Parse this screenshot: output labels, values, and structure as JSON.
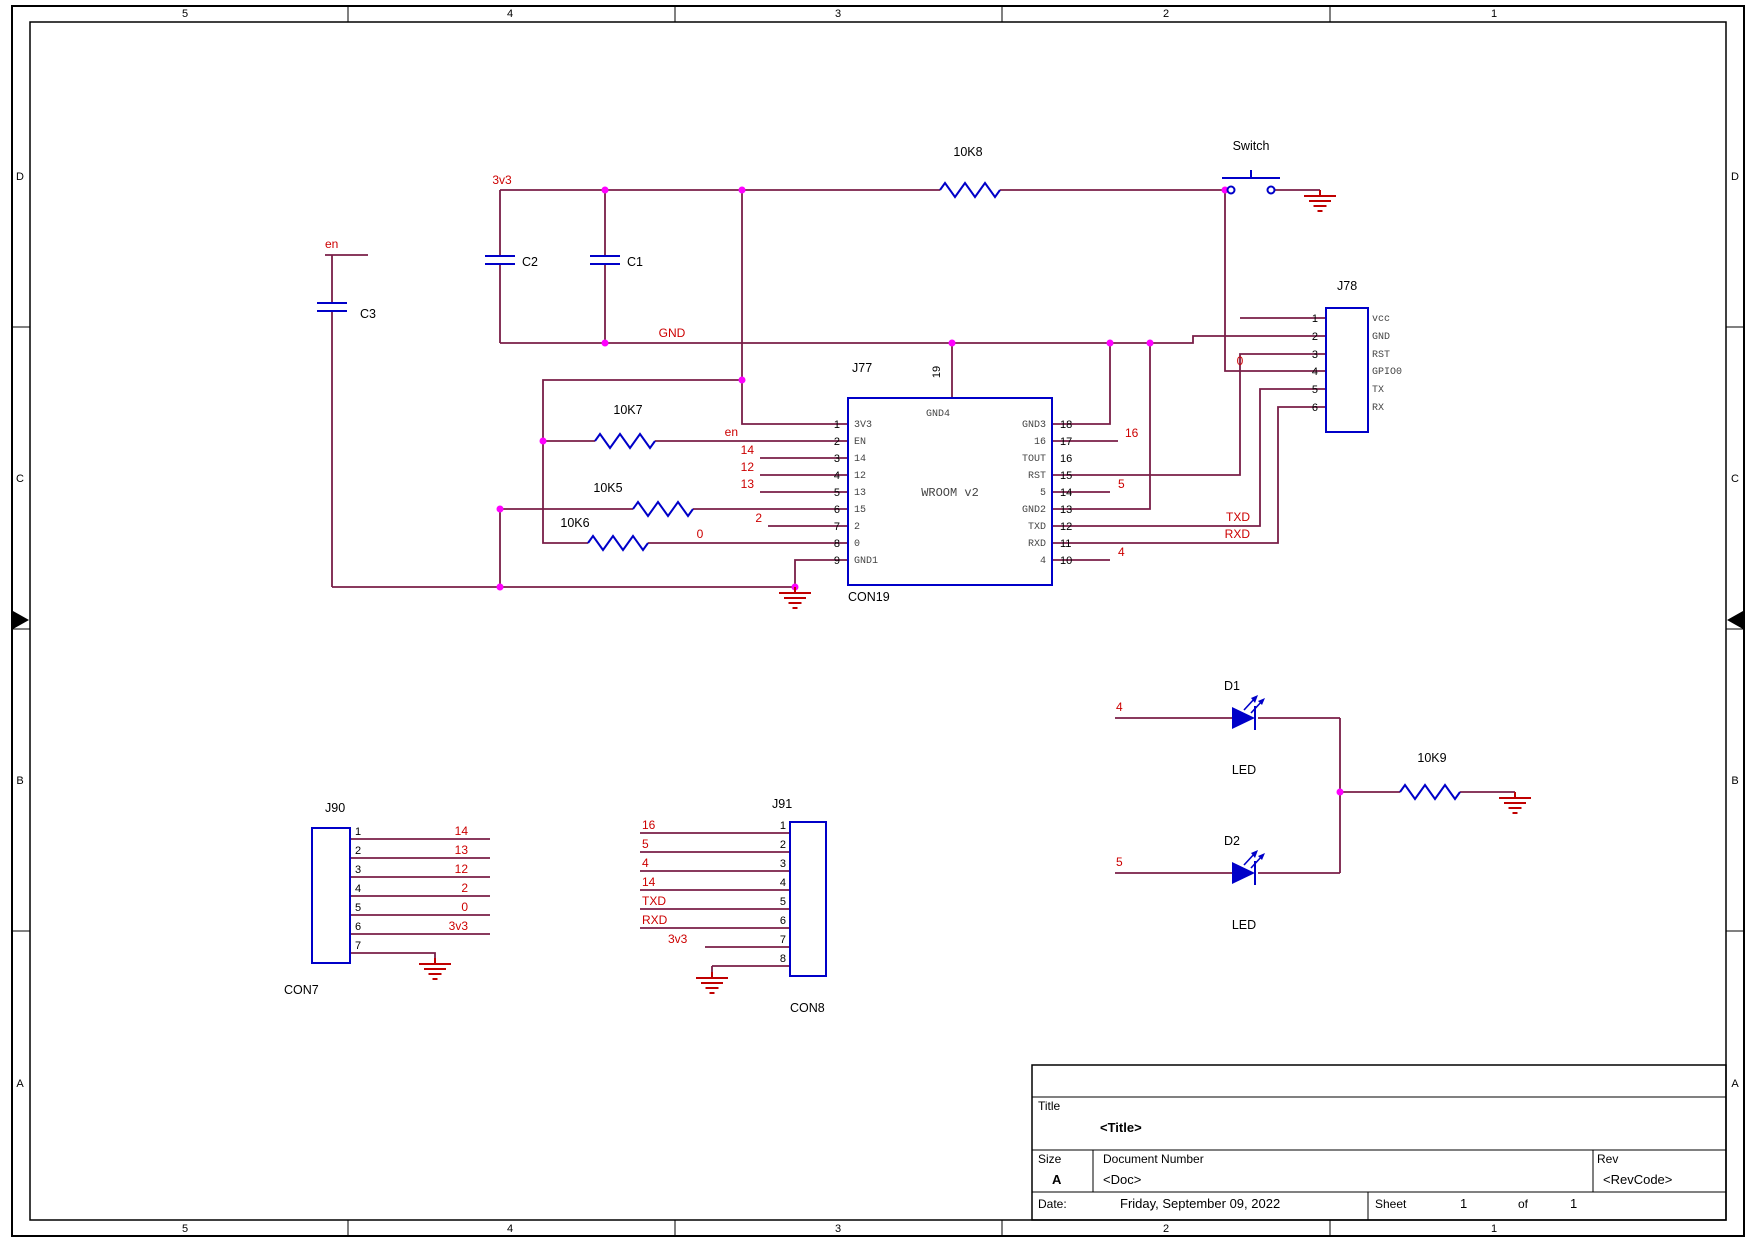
{
  "sheet": {
    "cols": [
      "5",
      "4",
      "3",
      "2",
      "1"
    ],
    "rows": [
      "D",
      "C",
      "B",
      "A"
    ]
  },
  "colors": {
    "wire": "#791E47",
    "component": "#0000C8",
    "net_label": "#CC0000",
    "junction": "#FF00FF",
    "ground": "#C00000",
    "text": "#000000"
  },
  "nets": {
    "rail_3v3": "3v3",
    "en_cap": "en",
    "gnd_rail": "GND"
  },
  "parts": {
    "c1": "C1",
    "c2": "C2",
    "c3": "C3",
    "r10k8": "10K8",
    "r10k7": "10K7",
    "r10k5": "10K5",
    "r10k6": "10K6",
    "r10k9": "10K9",
    "switch_label": "Switch"
  },
  "module": {
    "ref": "J77",
    "value": "WROOM v2",
    "footprint": "CON19",
    "top_num": "19",
    "top_name": "GND4",
    "left_pins": [
      {
        "num": "1",
        "name": "3V3"
      },
      {
        "num": "2",
        "name": "EN",
        "net": "en"
      },
      {
        "num": "3",
        "name": "14",
        "net": "14"
      },
      {
        "num": "4",
        "name": "12",
        "net": "12"
      },
      {
        "num": "5",
        "name": "13",
        "net": "13"
      },
      {
        "num": "6",
        "name": "15"
      },
      {
        "num": "7",
        "name": "2",
        "net": "2"
      },
      {
        "num": "8",
        "name": "0",
        "net": "0"
      },
      {
        "num": "9",
        "name": "GND1"
      }
    ],
    "right_pins": [
      {
        "num": "18",
        "name": "GND3"
      },
      {
        "num": "17",
        "name": "16",
        "net": "16"
      },
      {
        "num": "16",
        "name": "TOUT"
      },
      {
        "num": "15",
        "name": "RST"
      },
      {
        "num": "14",
        "name": "5",
        "net": "5"
      },
      {
        "num": "13",
        "name": "GND2"
      },
      {
        "num": "12",
        "name": "TXD",
        "net": "TXD"
      },
      {
        "num": "11",
        "name": "RXD",
        "net": "RXD"
      },
      {
        "num": "10",
        "name": "4",
        "net": "4"
      }
    ]
  },
  "j78": {
    "ref": "J78",
    "pins": [
      {
        "num": "1",
        "name": "vcc"
      },
      {
        "num": "2",
        "name": "GND"
      },
      {
        "num": "3",
        "name": "RST"
      },
      {
        "num": "4",
        "name": "GPIO0",
        "net": "0"
      },
      {
        "num": "5",
        "name": "TX"
      },
      {
        "num": "6",
        "name": "RX"
      }
    ]
  },
  "j90": {
    "ref": "J90",
    "footprint": "CON7",
    "pins": [
      {
        "num": "1",
        "net": "14"
      },
      {
        "num": "2",
        "net": "13"
      },
      {
        "num": "3",
        "net": "12"
      },
      {
        "num": "4",
        "net": "2"
      },
      {
        "num": "5",
        "net": "0"
      },
      {
        "num": "6",
        "net": "3v3"
      },
      {
        "num": "7"
      }
    ]
  },
  "j91": {
    "ref": "J91",
    "footprint": "CON8",
    "pins": [
      {
        "num": "1",
        "net": "16"
      },
      {
        "num": "2",
        "net": "5"
      },
      {
        "num": "3",
        "net": "4"
      },
      {
        "num": "4",
        "net": "14"
      },
      {
        "num": "5",
        "net": "TXD"
      },
      {
        "num": "6",
        "net": "RXD"
      },
      {
        "num": "7",
        "net": "3v3"
      },
      {
        "num": "8"
      }
    ]
  },
  "d1": {
    "ref": "D1",
    "value": "LED",
    "net": "4"
  },
  "d2": {
    "ref": "D2",
    "value": "LED",
    "net": "5"
  },
  "title_block": {
    "title_label": "Title",
    "title_value": "<Title>",
    "size_label": "Size",
    "size_value": "A",
    "doc_label": "Document Number",
    "doc_value": "<Doc>",
    "rev_label": "Rev",
    "rev_value": "<RevCode>",
    "date_label": "Date:",
    "date_value": "Friday, September 09, 2022",
    "sheet_label": "Sheet",
    "page": "1",
    "of_label": "of",
    "total": "1"
  }
}
